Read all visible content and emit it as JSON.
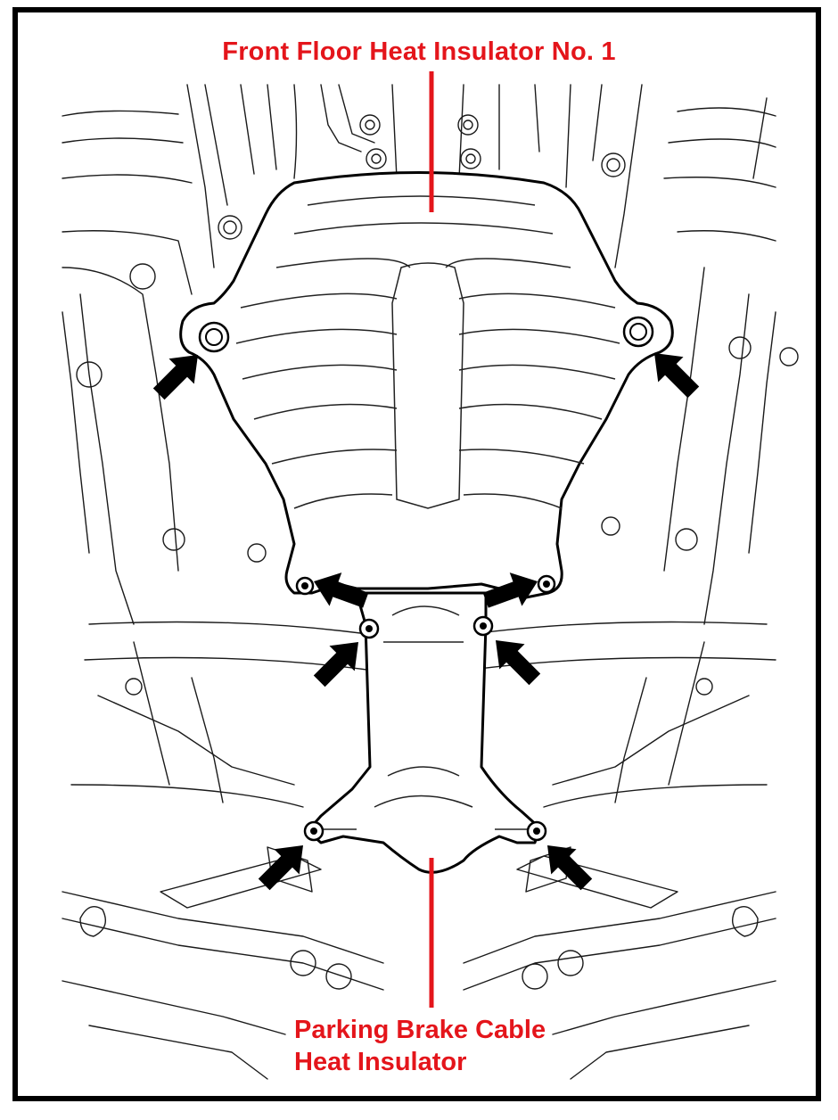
{
  "labels": {
    "top": "Front Floor Heat Insulator No. 1",
    "bottom_line1": "Parking Brake Cable",
    "bottom_line2": "Heat Insulator"
  },
  "colors": {
    "label_red": "#e4151b",
    "line_black": "#000000",
    "background": "#ffffff"
  },
  "icons": [
    "bolt-icon",
    "arrow-icon"
  ],
  "bolt_count": 8,
  "arrow_count": 8
}
